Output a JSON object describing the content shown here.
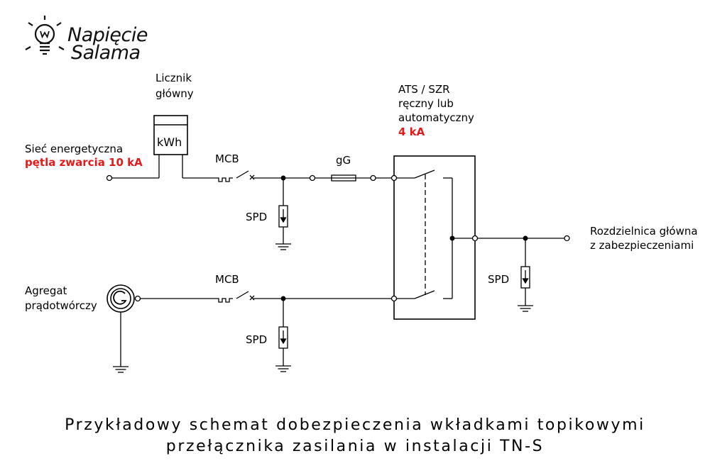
{
  "logo": {
    "line1": "Napięcie",
    "line2": "Salama"
  },
  "meter": {
    "title_line1": "Licznik",
    "title_line2": "główny",
    "unit": "kWh"
  },
  "grid": {
    "label": "Sieć energetyczna",
    "fault_loop": "pętla zwarcia 10 kA"
  },
  "generator": {
    "label_line1": "Agregat",
    "label_line2": "prądotwórczy"
  },
  "ats": {
    "line1": "ATS / SZR",
    "line2": "ręczny lub",
    "line3": "automatyczny",
    "rating": "4 kA"
  },
  "labels": {
    "mcb_top": "MCB",
    "mcb_bottom": "MCB",
    "fuse": "gG",
    "spd_top": "SPD",
    "spd_bottom": "SPD",
    "spd_right": "SPD"
  },
  "board": {
    "line1": "Rozdzielnica główna",
    "line2": "z zabezpieczeniami"
  },
  "caption": {
    "line1": "Przykładowy schemat dobezpieczenia wkładkami topikowymi",
    "line2": "przełącznika zasilania w instalacji TN-S"
  },
  "colors": {
    "accent": "#e11b1b",
    "line": "#000000"
  }
}
